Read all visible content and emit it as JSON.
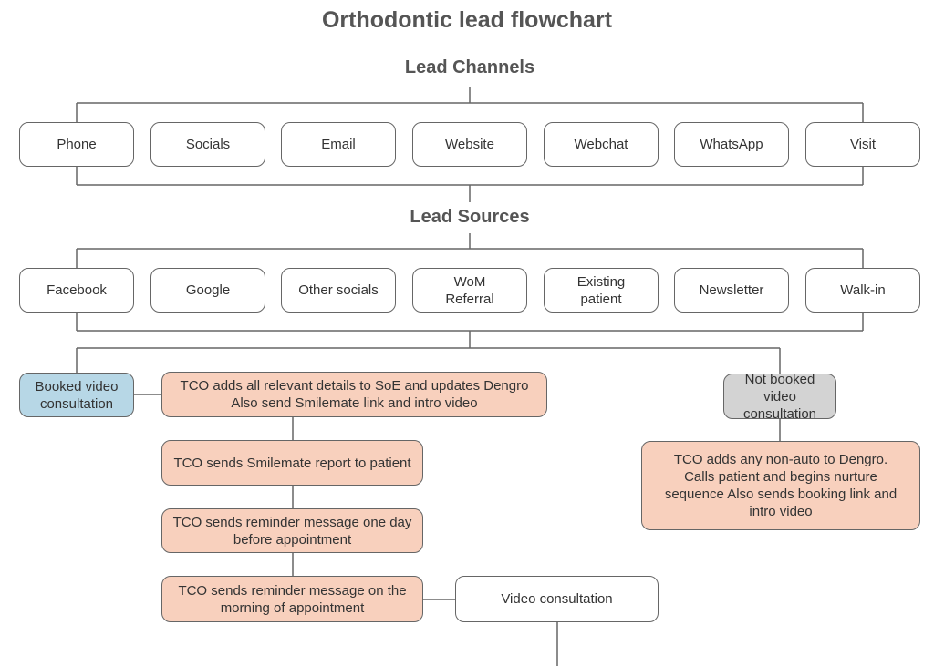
{
  "title": "Orthodontic lead flowchart",
  "headings": {
    "channels": "Lead Channels",
    "sources": "Lead Sources"
  },
  "channels": [
    "Phone",
    "Socials",
    "Email",
    "Website",
    "Webchat",
    "WhatsApp",
    "Visit"
  ],
  "sources": [
    "Facebook",
    "Google",
    "Other socials",
    "WoM Referral",
    "Existing patient",
    "Newsletter",
    "Walk-in"
  ],
  "booked": {
    "label": "Booked video consultation",
    "steps": [
      "TCO adds all relevant details to SoE and updates Dengro Also send Smilemate link and intro video",
      "TCO sends Smilemate report to patient",
      "TCO sends reminder message one day before appointment",
      "TCO sends reminder message on the morning of appointment"
    ],
    "outcome": "Video consultation"
  },
  "not_booked": {
    "label": "Not booked video consultation",
    "step": "TCO adds any non-auto to Dengro. Calls patient and begins nurture sequence Also sends booking link and intro video"
  },
  "colors": {
    "booked": "#b7d7e6",
    "step": "#f8d0bd",
    "not_booked": "#d3d3d3",
    "line": "#666666"
  }
}
